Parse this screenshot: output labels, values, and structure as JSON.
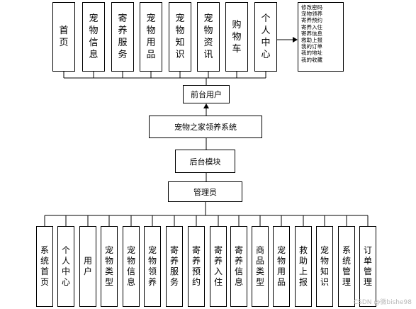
{
  "top_nodes": [
    "首页",
    "宠物信息",
    "寄养服务",
    "宠物用品",
    "宠物知识",
    "宠物资讯",
    "购物车",
    "个人中心"
  ],
  "personal_center_items": [
    "修改密码",
    "宠物领养",
    "寄养预约",
    "寄养入住",
    "寄养信息",
    "救助上报",
    "我的订单",
    "我的地址",
    "我的收藏"
  ],
  "frontend_label": "前台用户",
  "system_label": "宠物之家领养系统",
  "backend_label": "后台模块",
  "admin_label": "管理员",
  "bottom_nodes": [
    "系统首页",
    "个人中心",
    "用户",
    "宠物类型",
    "宠物信息",
    "宠物领养",
    "寄养服务",
    "寄养预约",
    "寄养入住",
    "寄养信息",
    "商品类型",
    "宠物用品",
    "救助上报",
    "宠物知识",
    "系统管理",
    "订单管理"
  ],
  "watermark": "CSDN @微bishe98"
}
